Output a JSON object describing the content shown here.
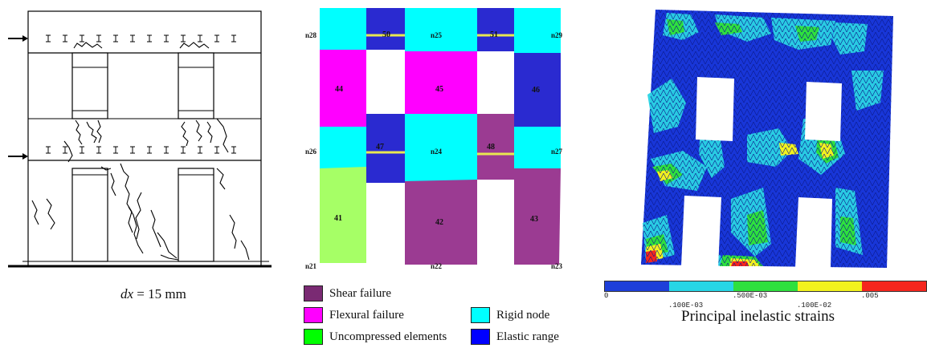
{
  "left": {
    "caption_var": "dx",
    "caption_rest": " = 15 mm"
  },
  "middle": {
    "nodes": {
      "n28": "n28",
      "n25": "n25",
      "n29": "n29",
      "n26": "n26",
      "n24": "n24",
      "n27": "n27",
      "n21": "n21",
      "n22": "n22",
      "n23": "n23"
    },
    "elements": {
      "e44": "44",
      "e45": "45",
      "e46": "46",
      "e47": "47",
      "e48": "48",
      "e41": "41",
      "e42": "42",
      "e43": "43",
      "e_top_left": "50",
      "e_top_right": "51"
    },
    "legend": {
      "shear": "Shear failure",
      "flexural": "Flexural failure",
      "uncompressed": "Uncompressed elements",
      "rigid": "Rigid node",
      "elastic": "Elastic range"
    },
    "colors": {
      "shear": "#9b3b92",
      "flexural": "#ff00ff",
      "uncompressed": "#00ff00",
      "rigid": "#00ffff",
      "elastic": "#0000ff"
    }
  },
  "right": {
    "scale_labels": [
      "0",
      ".100E-03",
      ".500E-03",
      ".100E-02",
      ".005"
    ],
    "scale_colors": [
      "#1e3fd9",
      "#27d6e6",
      "#2ee03e",
      "#f2f21e",
      "#f5261e"
    ],
    "title": "Principal inelastic strains"
  }
}
